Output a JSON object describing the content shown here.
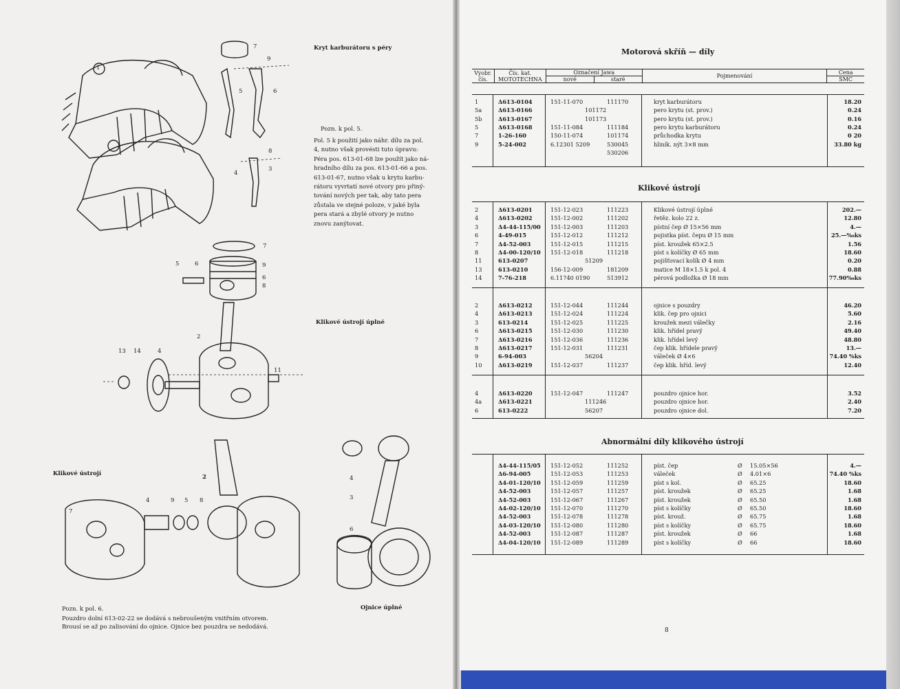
{
  "left": {
    "caption_kryt": "Kryt karburátoru s péry",
    "note_title": "Pozn. k pol. 5.",
    "note_lines": [
      "Pol. 5 k použití jako náhr. dílu za pol.",
      "4, nutno však provésti tuto úpravu:",
      "Péra pos. 613-01-68 lze použít jako ná-",
      "hradního dílu za pos. 613-01-66 a pos.",
      "613-01-67, nutno však u krytu karbu-",
      "rátoru vyvrtatí nové otvory pro přiný-",
      "tování nových per tak, aby tato pera",
      "zůstala ve stejné poloze, v jaké byla",
      "pera stará a zbylé otvory je nutno",
      "znovu zanýtovat."
    ],
    "caption_klikove_uplne": "Klikové ústrojí úplné",
    "caption_klikove": "Klikové ústrojí",
    "caption_ojnice": "Ojnice úplné",
    "footnote_title": "Pozn. k pol. 6.",
    "footnote_lines": [
      "Pouzdro dolní 613-02-22 se dodává s nebroušeným vnitřním otvorem.",
      "Brousí se až po zalisování do ojnice. Ojnice bez pouzdra se nedodává."
    ],
    "labels": {
      "l1": "1",
      "l7a": "7",
      "l9a": "9",
      "l5a": "5",
      "l6a": "6",
      "l8a": "8",
      "l4a": "4",
      "l3a": "3",
      "l7b": "7",
      "l5b": "5",
      "l6b": "6",
      "l9b": "9",
      "l6c": "6",
      "l8b": "8",
      "l2": "2",
      "l13": "13",
      "l14": "14",
      "l4b": "4",
      "l11": "11",
      "l7c": "7",
      "l4c": "4",
      "l9c": "9",
      "l5c": "5",
      "l8c": "8",
      "l2b": "2",
      "l4d": "4",
      "l3b": "3",
      "l6d": "6"
    }
  },
  "right": {
    "section1_title": "Motorová skříň — díly",
    "header": {
      "vyobr": "Vyobr.",
      "cis": "čís.",
      "cis_kat": "Čís. kat.",
      "mototechna": "MOTOTECHNA",
      "oznaceni": "Označení Jawa",
      "nove": "nové",
      "stare": "staré",
      "pojmenovani": "Pojmenování",
      "cena": "Cena",
      "smc": "SMC"
    },
    "section1_rows": [
      {
        "vy": "1",
        "kat": "Δ613-0104",
        "new": "151-11-070",
        "old": "111170",
        "mid": "",
        "name": "kryt karburátoru",
        "dia": "",
        "dval": "",
        "price": "18.20"
      },
      {
        "vy": "5a",
        "kat": "Δ613-0166",
        "new": "",
        "old": "",
        "mid": "101172",
        "name": "pero krytu (st. prov.)",
        "dia": "",
        "dval": "",
        "price": "0.24"
      },
      {
        "vy": "5b",
        "kat": "Δ613-0167",
        "new": "",
        "old": "",
        "mid": "101173",
        "name": "pero krytu (st. prov.)",
        "dia": "",
        "dval": "",
        "price": "0.16"
      },
      {
        "vy": "5",
        "kat": "Δ613-0168",
        "new": "151-11-084",
        "old": "111184",
        "mid": "",
        "name": "pero krytu karburátoru",
        "dia": "",
        "dval": "",
        "price": "0.24"
      },
      {
        "vy": "7",
        "kat": "1-26-160",
        "new": "150-11-074",
        "old": "101174",
        "mid": "",
        "name": "průchodka krytu",
        "dia": "",
        "dval": "",
        "price": "0 20"
      },
      {
        "vy": "9",
        "kat": "5-24-002",
        "new": "6.12301 5209",
        "old": "530045",
        "mid": "",
        "name": "hliník. nýt 3×8 mm",
        "dia": "",
        "dval": "",
        "price": "33.80 kg"
      },
      {
        "vy": "",
        "kat": "",
        "new": "",
        "old": "530206",
        "mid": "",
        "name": "",
        "dia": "",
        "dval": "",
        "price": ""
      }
    ],
    "section2_title": "Klikové ústrojí",
    "section2_rows_a": [
      {
        "vy": "2",
        "kat": "Δ613-0201",
        "new": "151-12-023",
        "old": "111223",
        "mid": "",
        "name": "Klikové ústrojí úplné",
        "dia": "",
        "dval": "",
        "price": "202.—"
      },
      {
        "vy": "4",
        "kat": "Δ613-0202",
        "new": "151-12-002",
        "old": "111202",
        "mid": "",
        "name": "řetěz. kolo 22 z.",
        "dia": "",
        "dval": "",
        "price": "12.80"
      },
      {
        "vy": "3",
        "kat": "Δ4-44-115/00",
        "new": "151-12-003",
        "old": "111203",
        "mid": "",
        "name": "pístní čep Ø 15×56 mm",
        "dia": "",
        "dval": "",
        "price": "4.—"
      },
      {
        "vy": "6",
        "kat": "4-49-015",
        "new": "151-12-012",
        "old": "111212",
        "mid": "",
        "name": "pojistka píst. čepu Ø 15 mm",
        "dia": "",
        "dval": "",
        "price": "25.—‰ks"
      },
      {
        "vy": "7",
        "kat": "Δ4-52-003",
        "new": "151-12-015",
        "old": "111215",
        "mid": "",
        "name": "píst. kroužek 65×2.5",
        "dia": "",
        "dval": "",
        "price": "1.56"
      },
      {
        "vy": "8",
        "kat": "Δ4-00-120/10",
        "new": "151-12-018",
        "old": "111218",
        "mid": "",
        "name": "píst s kolíčky Ø 65 mm",
        "dia": "",
        "dval": "",
        "price": "18.60"
      },
      {
        "vy": "11",
        "kat": "613-0207",
        "new": "",
        "old": "",
        "mid": "51209",
        "name": "pojišťovací kolík Ø 4 mm",
        "dia": "",
        "dval": "",
        "price": "0.20"
      },
      {
        "vy": "13",
        "kat": "613-0210",
        "new": "156-12-009",
        "old": "181209",
        "mid": "",
        "name": "matice M 18×1.5 k pol. 4",
        "dia": "",
        "dval": "",
        "price": "0.88"
      },
      {
        "vy": "14",
        "kat": "7-76-218",
        "new": "6.11740 0190",
        "old": "513912",
        "mid": "",
        "name": "pérová podložka Ø 18 mm",
        "dia": "",
        "dval": "",
        "price": "77.90‰ks"
      }
    ],
    "section2_rows_b": [
      {
        "vy": "2",
        "kat": "Δ613-0212",
        "new": "151-12-044",
        "old": "111244",
        "mid": "",
        "name": "ojnice s pouzdry",
        "dia": "",
        "dval": "",
        "price": "46.20"
      },
      {
        "vy": "4",
        "kat": "Δ613-0213",
        "new": "151-12-024",
        "old": "111224",
        "mid": "",
        "name": "klik. čep pro ojnici",
        "dia": "",
        "dval": "",
        "price": "5.60"
      },
      {
        "vy": "3",
        "kat": "613-0214",
        "new": "151-12-025",
        "old": "111225",
        "mid": "",
        "name": "kroužek mezi válečky",
        "dia": "",
        "dval": "",
        "price": "2.16"
      },
      {
        "vy": "6",
        "kat": "Δ613-0215",
        "new": "151-12-030",
        "old": "111230",
        "mid": "",
        "name": "klik. hřídel pravý",
        "dia": "",
        "dval": "",
        "price": "49.40"
      },
      {
        "vy": "7",
        "kat": "Δ613-0216",
        "new": "151-12-036",
        "old": "111236",
        "mid": "",
        "name": "klik. hřídel levý",
        "dia": "",
        "dval": "",
        "price": "48.80"
      },
      {
        "vy": "8",
        "kat": "Δ613-0217",
        "new": "151-12-031",
        "old": "111231",
        "mid": "",
        "name": "čep klik. hřídele pravý",
        "dia": "",
        "dval": "",
        "price": "13.—"
      },
      {
        "vy": "9",
        "kat": "6-94-003",
        "new": "",
        "old": "",
        "mid": "56204",
        "name": "váleček Ø 4×6",
        "dia": "",
        "dval": "",
        "price": "74.40 %ks"
      },
      {
        "vy": "10",
        "kat": "Δ613-0219",
        "new": "151-12-037",
        "old": "111237",
        "mid": "",
        "name": "čep klik. hříd. levý",
        "dia": "",
        "dval": "",
        "price": "12.40"
      }
    ],
    "section2_rows_c": [
      {
        "vy": "4",
        "kat": "Δ613-0220",
        "new": "151-12-047",
        "old": "111247",
        "mid": "",
        "name": "pouzdro ojnice hor.",
        "dia": "",
        "dval": "",
        "price": "3.52"
      },
      {
        "vy": "4a",
        "kat": "Δ613-0221",
        "new": "",
        "old": "",
        "mid": "111246",
        "name": "pouzdro ojnice hor.",
        "dia": "",
        "dval": "",
        "price": "2.40"
      },
      {
        "vy": "6",
        "kat": "613-0222",
        "new": "",
        "old": "",
        "mid": "56207",
        "name": "pouzdro ojnice dol.",
        "dia": "",
        "dval": "",
        "price": "7.20"
      }
    ],
    "section3_title": "Abnormální díly klikového ústrojí",
    "section3_rows": [
      {
        "vy": "",
        "kat": "Δ4-44-115/05",
        "new": "151-12-052",
        "old": "111252",
        "mid": "",
        "name": "píst. čep",
        "dia": "Ø",
        "dval": "15.05×56",
        "price": "4.—"
      },
      {
        "vy": "",
        "kat": "Δ6-94-005",
        "new": "151-12-053",
        "old": "111253",
        "mid": "",
        "name": "váleček",
        "dia": "Ø",
        "dval": "4.01×6",
        "price": "74.40 %ks"
      },
      {
        "vy": "",
        "kat": "Δ4-01-120/10",
        "new": "151-12-059",
        "old": "111259",
        "mid": "",
        "name": "píst s kol.",
        "dia": "Ø",
        "dval": "65.25",
        "price": "18.60"
      },
      {
        "vy": "",
        "kat": "Δ4-52-003",
        "new": "151-12-057",
        "old": "111257",
        "mid": "",
        "name": "píst. kroužek",
        "dia": "Ø",
        "dval": "65.25",
        "price": "1.68"
      },
      {
        "vy": "",
        "kat": "Δ4-52-003",
        "new": "151-12-067",
        "old": "111267",
        "mid": "",
        "name": "píst. kroužek",
        "dia": "Ø",
        "dval": "65.50",
        "price": "1.68"
      },
      {
        "vy": "",
        "kat": "Δ4-02-120/10",
        "new": "151-12-070",
        "old": "111270",
        "mid": "",
        "name": "píst s kolíčky",
        "dia": "Ø",
        "dval": "65.50",
        "price": "18.60"
      },
      {
        "vy": "",
        "kat": "Δ4-52-003",
        "new": "151-12-078",
        "old": "111278",
        "mid": "",
        "name": "píst. krouž.",
        "dia": "Ø",
        "dval": "65.75",
        "price": "1.68"
      },
      {
        "vy": "",
        "kat": "Δ4-03-120/10",
        "new": "151-12-080",
        "old": "111280",
        "mid": "",
        "name": "píst s kolíčky",
        "dia": "Ø",
        "dval": "65.75",
        "price": "18.60"
      },
      {
        "vy": "",
        "kat": "Δ4-52-003",
        "new": "151-12-087",
        "old": "111287",
        "mid": "",
        "name": "píst. kroužek",
        "dia": "Ø",
        "dval": "66",
        "price": "1.68"
      },
      {
        "vy": "",
        "kat": "Δ4-04-120/10",
        "new": "151-12-089",
        "old": "111289",
        "mid": "",
        "name": "píst s kolíčky",
        "dia": "Ø",
        "dval": "66",
        "price": "18.60"
      }
    ],
    "page_number": "8"
  }
}
